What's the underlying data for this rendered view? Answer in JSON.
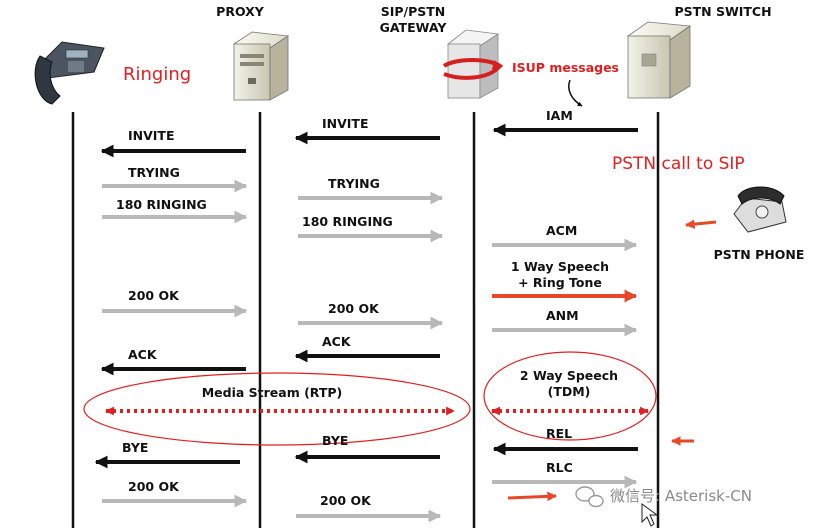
{
  "headers": {
    "proxy": "PROXY",
    "gateway_line1": "SIP/PSTN",
    "gateway_line2": "GATEWAY",
    "switch": "PSTN SWITCH",
    "phone": "PSTN PHONE"
  },
  "annotations": {
    "ringing": "Ringing",
    "isup": "ISUP messages",
    "pstn_to_sip": "PSTN call to  SIP"
  },
  "messages": {
    "invite_left": "INVITE",
    "invite_mid": "INVITE",
    "iam": "IAM",
    "trying_left": "TRYING",
    "trying_mid": "TRYING",
    "ringing180_left": "180 RINGING",
    "ringing180_mid": "180 RINGING",
    "acm": "ACM",
    "one_way_1": "1 Way Speech",
    "one_way_2": "+ Ring Tone",
    "ok200_left": "200 OK",
    "ok200_mid": "200 OK",
    "anm": "ANM",
    "ack_left": "ACK",
    "ack_mid": "ACK",
    "media_stream": "Media Stream (RTP)",
    "two_way_1": "2 Way Speech",
    "two_way_2": "(TDM)",
    "bye_left": "BYE",
    "bye_mid": "BYE",
    "rel": "REL",
    "rlc": "RLC",
    "ok200b_left": "200 OK",
    "ok200b_mid": "200 OK"
  },
  "watermark": "微信号: Asterisk-CN",
  "colors": {
    "arrow_dark": "#111111",
    "arrow_light": "#b8b8b8",
    "accent_red": "#e02020"
  }
}
